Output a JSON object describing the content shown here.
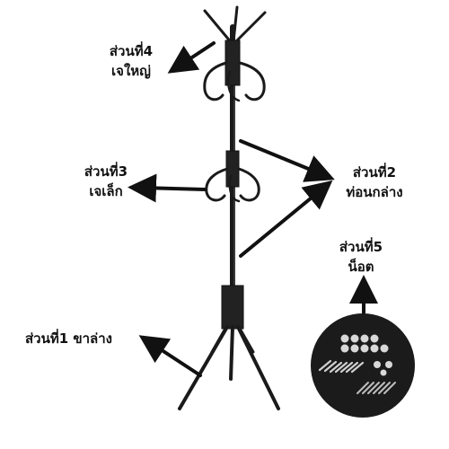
{
  "labels": {
    "part4": {
      "name": "ส่วนที่4",
      "desc": "เจใหญ่"
    },
    "part3": {
      "name": "ส่วนที่3",
      "desc": "เจเล็ก"
    },
    "part2": {
      "name": "ส่วนที่2",
      "desc": "ท่อนกล่าง"
    },
    "part5": {
      "name": "ส่วนที่5",
      "desc": "น็อต"
    },
    "part1": {
      "name": "ส่วนที่1 ขาล่าง"
    }
  },
  "colors": {
    "stand": "#1a1a1a",
    "arrow": "#111111",
    "bolt_disc": "#1b1b1b",
    "bolt_parts": "#d8d8d8"
  },
  "icons": [
    "coat-rack-image",
    "bolts-image",
    "arrow"
  ]
}
